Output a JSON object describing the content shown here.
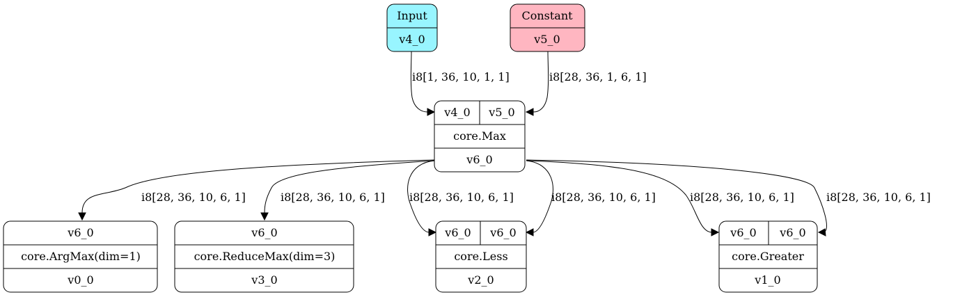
{
  "colors": {
    "input_fill": "#98f5ff",
    "constant_fill": "#ffb6c1",
    "op_fill": "#ffffff",
    "stroke": "#000000"
  },
  "nodes": {
    "input": {
      "type": "Input",
      "name": "v4_0"
    },
    "constant": {
      "type": "Constant",
      "name": "v5_0"
    },
    "max": {
      "inputs": [
        "v4_0",
        "v5_0"
      ],
      "op": "core.Max",
      "output": "v6_0"
    },
    "argmax": {
      "inputs": [
        "v6_0"
      ],
      "op": "core.ArgMax(dim=1)",
      "output": "v0_0"
    },
    "reducemax": {
      "inputs": [
        "v6_0"
      ],
      "op": "core.ReduceMax(dim=3)",
      "output": "v3_0"
    },
    "less": {
      "inputs": [
        "v6_0",
        "v6_0"
      ],
      "op": "core.Less",
      "output": "v2_0"
    },
    "greater": {
      "inputs": [
        "v6_0",
        "v6_0"
      ],
      "op": "core.Greater",
      "output": "v1_0"
    }
  },
  "edges": {
    "input_to_max": "i8[1, 36, 10, 1, 1]",
    "constant_to_max": "i8[28, 36, 1, 6, 1]",
    "max_to_argmax": "i8[28, 36, 10, 6, 1]",
    "max_to_reducemax": "i8[28, 36, 10, 6, 1]",
    "max_to_less_a": "i8[28, 36, 10, 6, 1]",
    "max_to_less_b": "i8[28, 36, 10, 6, 1]",
    "max_to_greater_a": "i8[28, 36, 10, 6, 1]",
    "max_to_greater_b": "i8[28, 36, 10, 6, 1]"
  }
}
